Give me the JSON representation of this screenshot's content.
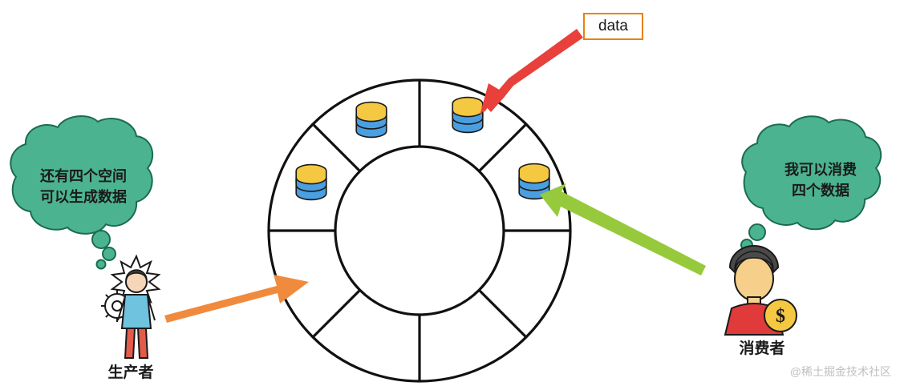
{
  "diagram": {
    "title_label": "data",
    "watermark": "@稀土掘金技术社区",
    "ring": {
      "name": "ring-buffer",
      "slots_total": 8,
      "slots_filled": 4,
      "filled_slot_positions": [
        "top-left",
        "top-right",
        "left",
        "right"
      ]
    },
    "bubbles": [
      {
        "id": "producer-bubble",
        "text": "还有四个空间\n可以生成数据",
        "fill": "#4cb391",
        "side": "left"
      },
      {
        "id": "consumer-bubble",
        "text": "我可以消费\n四个数据",
        "fill": "#4cb391",
        "side": "right"
      }
    ],
    "actors": [
      {
        "id": "producer",
        "caption": "生产者"
      },
      {
        "id": "consumer",
        "caption": "消费者"
      }
    ],
    "arrows": [
      {
        "id": "data-arrow",
        "color": "#e8403a",
        "from": "data-label",
        "to": "top-right-slot"
      },
      {
        "id": "producer-arrow",
        "color": "#f08a3c",
        "from": "producer",
        "to": "ring-left"
      },
      {
        "id": "consumer-arrow",
        "color": "#97c93d",
        "from": "consumer",
        "to": "right-slot"
      }
    ],
    "colors": {
      "db_top": "#f5c842",
      "db_body": "#4a9fe0",
      "ring_stroke": "#111111",
      "bubble_fill": "#4cb391",
      "label_border": "#e8820c",
      "red_arrow": "#e8403a",
      "orange_arrow": "#f08a3c",
      "green_arrow": "#97c93d"
    }
  }
}
